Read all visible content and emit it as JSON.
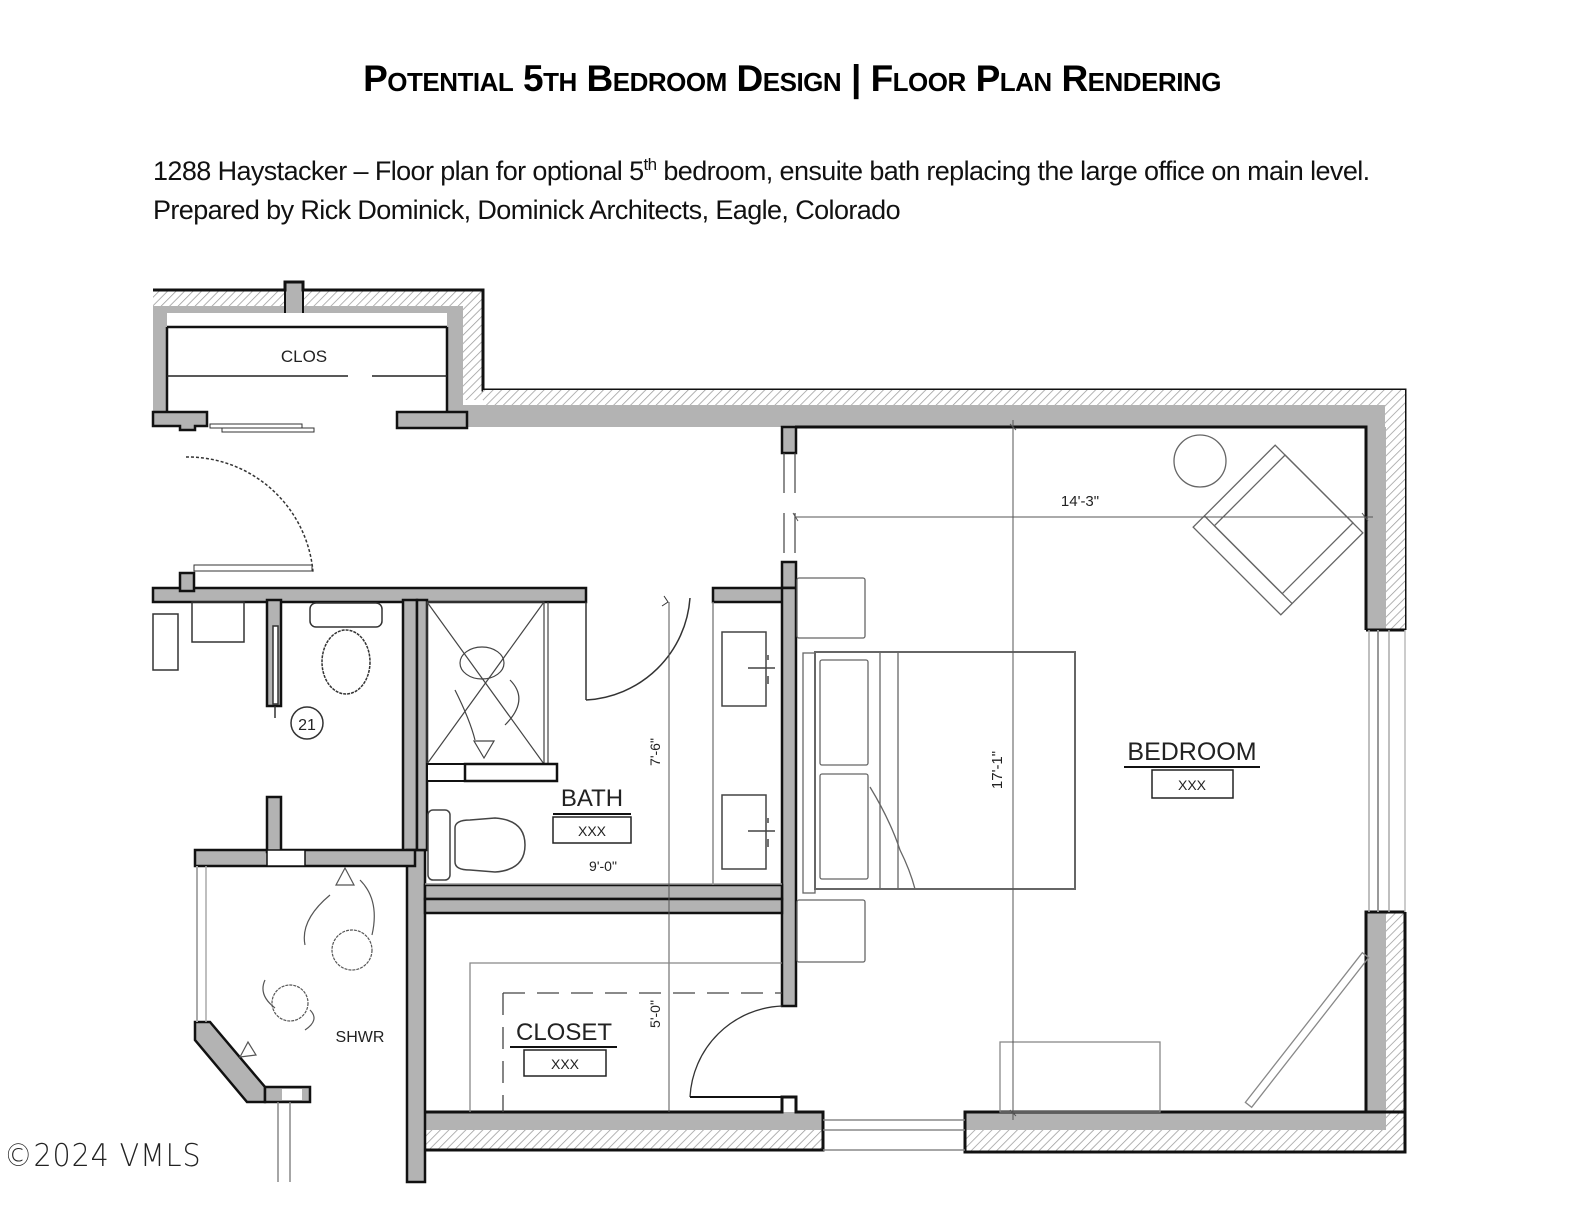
{
  "header": {
    "title": "Potential 5th Bedroom Design | Floor Plan Rendering",
    "subtitle_part1": "1288 Haystacker – Floor plan for optional 5",
    "subtitle_sup": "th",
    "subtitle_part2": " bedroom, ensuite bath replacing the large office on main level.  Prepared by Rick Dominick, Dominick Architects, Eagle, Colorado"
  },
  "floor_plan": {
    "rooms": [
      {
        "name": "BEDROOM",
        "area": "XXX"
      },
      {
        "name": "BATH",
        "area": "XXX"
      },
      {
        "name": "CLOSET",
        "area": "XXX"
      }
    ],
    "labels": {
      "clos": "CLOS",
      "shwr": "SHWR",
      "tag_21": "21"
    },
    "dimensions": {
      "bedroom_width": "14'-3\"",
      "bedroom_depth": "17'-1\"",
      "bath_width": "9'-0\"",
      "bath_depth": "7'-6\"",
      "closet_depth": "5'-0\""
    },
    "colors": {
      "wall_fill": "#b3b3b3",
      "wall_outline": "#111111",
      "fixture_line": "#555555"
    }
  },
  "watermark": "©2024 VMLS"
}
